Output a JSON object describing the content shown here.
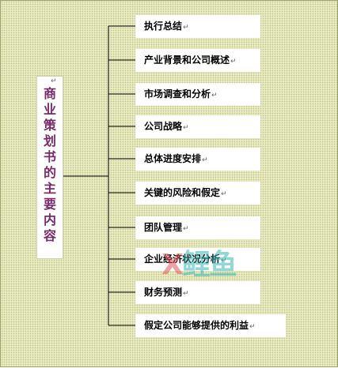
{
  "root": {
    "paragraph_mark": "↵",
    "text": "商业策划书的主要内容"
  },
  "branches": [
    {
      "label": "执行总结"
    },
    {
      "label": "产业背景和公司概述"
    },
    {
      "label": "市场调查和分析"
    },
    {
      "label": "公司战略"
    },
    {
      "label": "总体进度安排"
    },
    {
      "label": "关键的风险和假定"
    },
    {
      "label": "团队管理"
    },
    {
      "label": "企业经济状况分析"
    },
    {
      "label": "财务预测"
    },
    {
      "label": "假定公司能够提供的利益"
    }
  ],
  "paragraph_mark": "↵",
  "watermark": {
    "part1": "X",
    "part2": "鲤鱼"
  },
  "colors": {
    "background": "#e9ecc2",
    "root_text": "#7a2a6a",
    "line": "#000000"
  }
}
